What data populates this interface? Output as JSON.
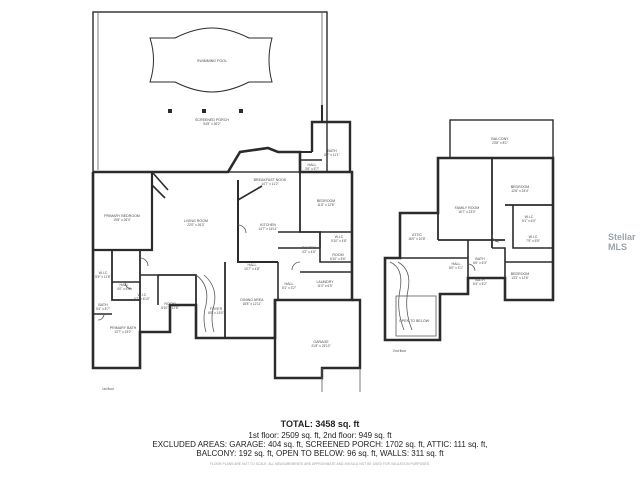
{
  "rooms": [
    {
      "id": "pool",
      "name": "SWIMMING POOL",
      "dims": ""
    },
    {
      "id": "screened_porch",
      "name": "SCREENED PORCH",
      "dims": "94'5\" x 36'2\""
    },
    {
      "id": "bath_top",
      "name": "BATH",
      "dims": "8'2\" x 11'1\""
    },
    {
      "id": "hall_top",
      "name": "HALL",
      "dims": "3'6\" x 5'7\""
    },
    {
      "id": "breakfast",
      "name": "BREAKFAST NOOK",
      "dims": "14'7\" x 11'2\""
    },
    {
      "id": "bedroom_1f",
      "name": "BEDROOM",
      "dims": "11'8\" x 12'8\""
    },
    {
      "id": "primary_bedroom",
      "name": "PRIMARY BEDROOM",
      "dims": "19'8\" x 26'4\""
    },
    {
      "id": "living_room",
      "name": "LIVING ROOM",
      "dims": "22'0\" x 26'3\""
    },
    {
      "id": "kitchen",
      "name": "KITCHEN",
      "dims": "14'7\" x 16'11\""
    },
    {
      "id": "wic_mid",
      "name": "W.I.C",
      "dims": "5'10\" x 4'8\""
    },
    {
      "id": "pantry",
      "name": "PANTRY",
      "dims": "4'2\" x 4'6\""
    },
    {
      "id": "wic_left",
      "name": "W.I.C",
      "dims": "5'5\" x 11'8\""
    },
    {
      "id": "hall_left",
      "name": "HALL",
      "dims": "4'0\" x 6'5\""
    },
    {
      "id": "wic_left2",
      "name": "W.I.C",
      "dims": "6'7\" x 6'10\""
    },
    {
      "id": "bath_left",
      "name": "BATH",
      "dims": "5'4\" x 8'7\""
    },
    {
      "id": "hall_center",
      "name": "HALL",
      "dims": "10'7\" x 4'8\""
    },
    {
      "id": "dining_area",
      "name": "DINING AREA",
      "dims": "18'8\" x 12'11\""
    },
    {
      "id": "room_small",
      "name": "ROOM",
      "dims": "6'10\" x 5'6\""
    },
    {
      "id": "hall_right",
      "name": "HALL",
      "dims": "8'1\" x 3'2\""
    },
    {
      "id": "laundry",
      "name": "LAUNDRY",
      "dims": "11'0\" x 6'5\""
    },
    {
      "id": "room_left",
      "name": "ROOM",
      "dims": "8'10\" x 12'8\""
    },
    {
      "id": "foyer",
      "name": "FOYER",
      "dims": "8'6\" x 15'0\""
    },
    {
      "id": "primary_bath",
      "name": "PRIMARY BATH",
      "dims": "13'7\" x 15'2\""
    },
    {
      "id": "garage",
      "name": "GARAGE",
      "dims": "21'8\" x 23'10\""
    },
    {
      "id": "balcony",
      "name": "BALCONY",
      "dims": "23'8\" x 8'1\""
    },
    {
      "id": "bedroom_2a",
      "name": "BEDROOM",
      "dims": "12'6\" x 15'4\""
    },
    {
      "id": "family_room",
      "name": "FAMILY ROOM",
      "dims": "16'7\" x 23'0\""
    },
    {
      "id": "attic",
      "name": "ATTIC",
      "dims": "16'0\" x 10'8\""
    },
    {
      "id": "wic_2a",
      "name": "W.I.C",
      "dims": "5'1\" x 6'0\""
    },
    {
      "id": "wic_2b",
      "name": "W.I.C",
      "dims": "7'9\" x 5'5\""
    },
    {
      "id": "bath_2a",
      "name": "BATH",
      "dims": "6'6\" x 6'3\""
    },
    {
      "id": "hall_2f",
      "name": "HALL",
      "dims": "8'0\" x 3'1\""
    },
    {
      "id": "bedroom_2b",
      "name": "BEDROOM",
      "dims": "13'3\" x 12'6\""
    },
    {
      "id": "bath_2b",
      "name": "BATH",
      "dims": "6'4\" x 8'2\""
    },
    {
      "id": "open_below",
      "name": "OPEN TO BELOW",
      "dims": ""
    }
  ],
  "floor_labels": {
    "first": "1st floor",
    "second": "2nd floor"
  },
  "summary": {
    "total": "TOTAL: 3458 sq. ft",
    "line1": "1st floor: 2509 sq. ft, 2nd floor: 949 sq. ft",
    "line2": "EXCLUDED AREAS: GARAGE: 404 sq. ft, SCREENED PORCH: 1702 sq. ft, ATTIC: 111 sq. ft,",
    "line3": "BALCONY: 192 sq. ft, OPEN TO BELOW: 96 sq. ft, WALLS: 311 sq. ft",
    "disclaimer": "FLOOR PLANS ARE NOT TO SCALE. ALL MEASUREMENTS ARE APPROXIMATE AND SHOULD NOT BE USED FOR VALUATION PURPOSES."
  },
  "watermark": "Stellar MLS",
  "colors": {
    "wall": "#2b2b2b",
    "text": "#222222",
    "label": "#4a4a4a",
    "watermark": "#9aa4b0"
  }
}
